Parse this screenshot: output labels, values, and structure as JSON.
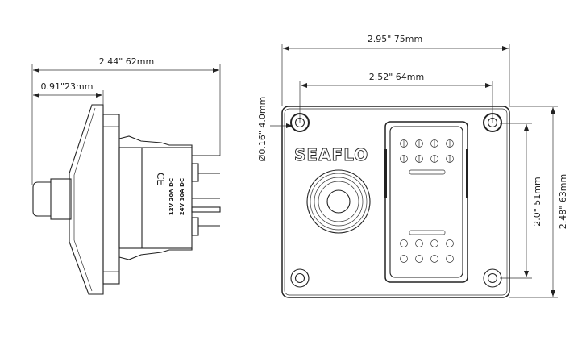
{
  "side_view": {
    "overall_length": "2.44\"   62mm",
    "front_depth": "0.91\"23mm",
    "ce_mark": "CE",
    "ratings": [
      "12V  20A  DC",
      "24V  10A  DC"
    ]
  },
  "front_view": {
    "overall_width": "2.95\"   75mm",
    "hole_spacing_width": "2.52\"   64mm",
    "hole_diameter": "Ø0.16\" 4.0mm",
    "hole_spacing_height": "2.0\"   51mm",
    "overall_height": "2.48\"   63mm",
    "brand_logo": "SEAFLO"
  }
}
